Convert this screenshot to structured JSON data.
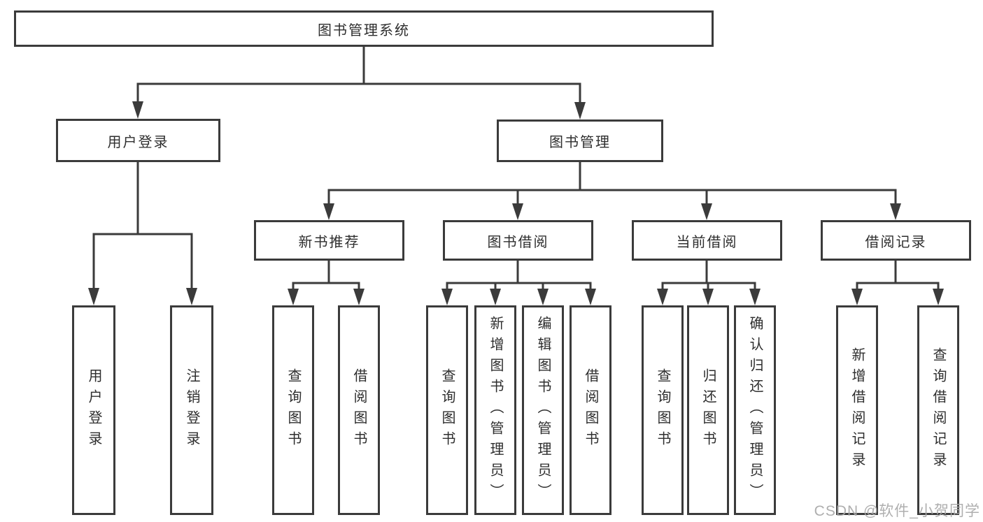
{
  "diagram": {
    "root": {
      "label": "图书管理系统"
    },
    "branches": [
      {
        "label": "用户登录",
        "children": [
          {
            "label": "用户登录"
          },
          {
            "label": "注销登录"
          }
        ]
      },
      {
        "label": "图书管理",
        "children": [
          {
            "label": "新书推荐",
            "children": [
              {
                "label": "查询图书"
              },
              {
                "label": "借阅图书"
              }
            ]
          },
          {
            "label": "图书借阅",
            "children": [
              {
                "label": "查询图书"
              },
              {
                "label": "新增图书（管理员）"
              },
              {
                "label": "编辑图书（管理员）"
              },
              {
                "label": "借阅图书"
              }
            ]
          },
          {
            "label": "当前借阅",
            "children": [
              {
                "label": "查询图书"
              },
              {
                "label": "归还图书"
              },
              {
                "label": "确认归还（管理员）"
              }
            ]
          },
          {
            "label": "借阅记录",
            "children": [
              {
                "label": "新增借阅记录"
              },
              {
                "label": "查询借阅记录"
              }
            ]
          }
        ]
      }
    ]
  },
  "watermark": {
    "text": "CSDN @软件_小贺同学"
  },
  "colors": {
    "line": "#3b3b3b",
    "box_border": "#3b3b3b",
    "text": "#2e2e2e",
    "watermark": "#a8a8a8",
    "background": "#ffffff"
  }
}
